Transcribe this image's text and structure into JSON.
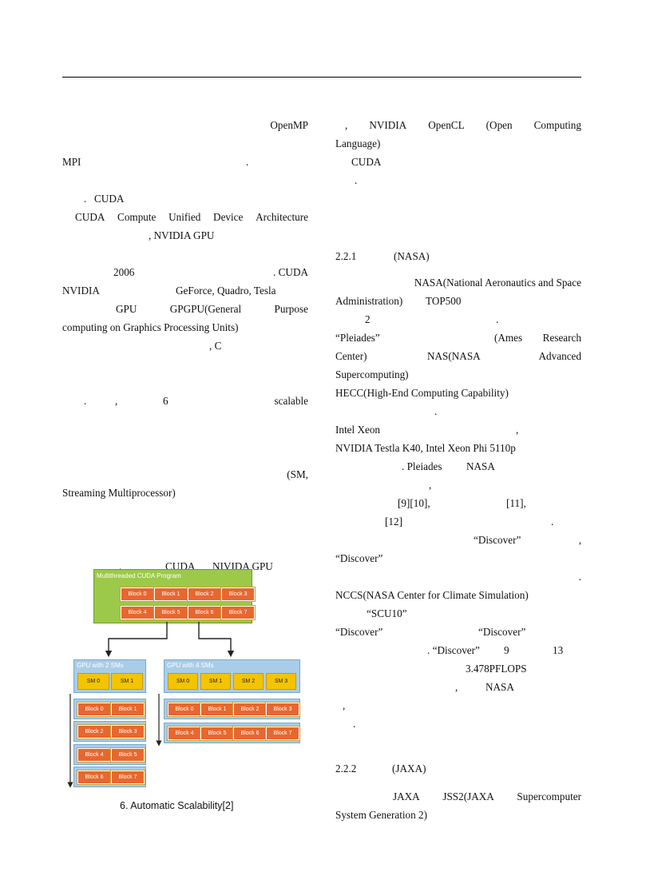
{
  "left": {
    "l1": "OpenMP",
    "l2": "MPI",
    "l2b": ".",
    "l4a": ".",
    "l4b": "CUDA",
    "l5": [
      "CUDA",
      "Compute",
      "Unified",
      "Device",
      "Architecture"
    ],
    "l6": ", NVIDIA GPU",
    "l8a": "2006",
    "l8b": ". CUDA",
    "l9a": "NVIDIA",
    "l9b": "GeForce, Quadro, Tesla",
    "l10": [
      "GPU",
      "GPGPU(General",
      "Purpose"
    ],
    "l11": "computing on Graphics Processing Units)",
    "l12": ", C",
    "l15a": ".",
    "l15b": ",",
    "l15c": "6",
    "l15d": "scalable",
    "l19": "(SM,",
    "l20": "Streaming Multiprocessor)",
    "l24a": ".",
    "l24b": "CUDA",
    "l24c": "NIVIDA GPU"
  },
  "figure": {
    "program_title": "Multithreaded CUDA Program",
    "blocks": [
      "Block 0",
      "Block 1",
      "Block 2",
      "Block 3",
      "Block 4",
      "Block 5",
      "Block 6",
      "Block 7"
    ],
    "gpu2_title": "GPU with 2 SMs",
    "gpu4_title": "GPU with 4 SMs",
    "sm": [
      "SM 0",
      "SM 1",
      "SM 2",
      "SM 3"
    ],
    "caption": "6. Automatic Scalability[2]"
  },
  "right": {
    "r1": [
      ",",
      "NVIDIA",
      "OpenCL",
      "(Open",
      "Computing"
    ],
    "r2": "Language)",
    "r3": "CUDA",
    "r4": ".",
    "h1": "2.2.1",
    "h1b": "(NASA)",
    "r8": "NASA(National Aeronautics and Space",
    "r9a": "Administration)",
    "r9b": "TOP500",
    "r10a": "2",
    "r10b": ".",
    "r11a": "“Pleiades”",
    "r11b": "(Ames",
    "r11c": "Research",
    "r12a": "Center)",
    "r12b": "NAS(NASA",
    "r12c": "Advanced",
    "r13": "Supercomputing)",
    "r14": "HECC(High-End Computing Capability)",
    "r15": ".",
    "r16a": "Intel Xeon",
    "r16b": ",",
    "r17": "NVIDIA Testla K40, Intel Xeon Phi 5110p",
    "r18a": ". Pleiades",
    "r18b": "NASA",
    "r19": ",",
    "r20a": "[9][10],",
    "r20b": "[11],",
    "r21a": "[12]",
    "r21b": ".",
    "r22a": "“Discover”",
    "r22b": ",",
    "r23": "“Discover”",
    "r24": ".",
    "r25": "NCCS(NASA Center for Climate Simulation)",
    "r26": "“SCU10”",
    "r27a": "“Discover”",
    "r27b": "“Discover”",
    "r28a": ". “Discover”",
    "r28b": "9",
    "r28c": "13",
    "r29": "3.478PFLOPS",
    "r30a": ",",
    "r30b": "NASA",
    "r31": ",",
    "r32": ".",
    "h2": "2.2.2",
    "h2b": "(JAXA)",
    "r35": [
      "JAXA",
      "JSS2(JAXA",
      "Supercomputer"
    ],
    "r36": "System Generation 2)"
  }
}
